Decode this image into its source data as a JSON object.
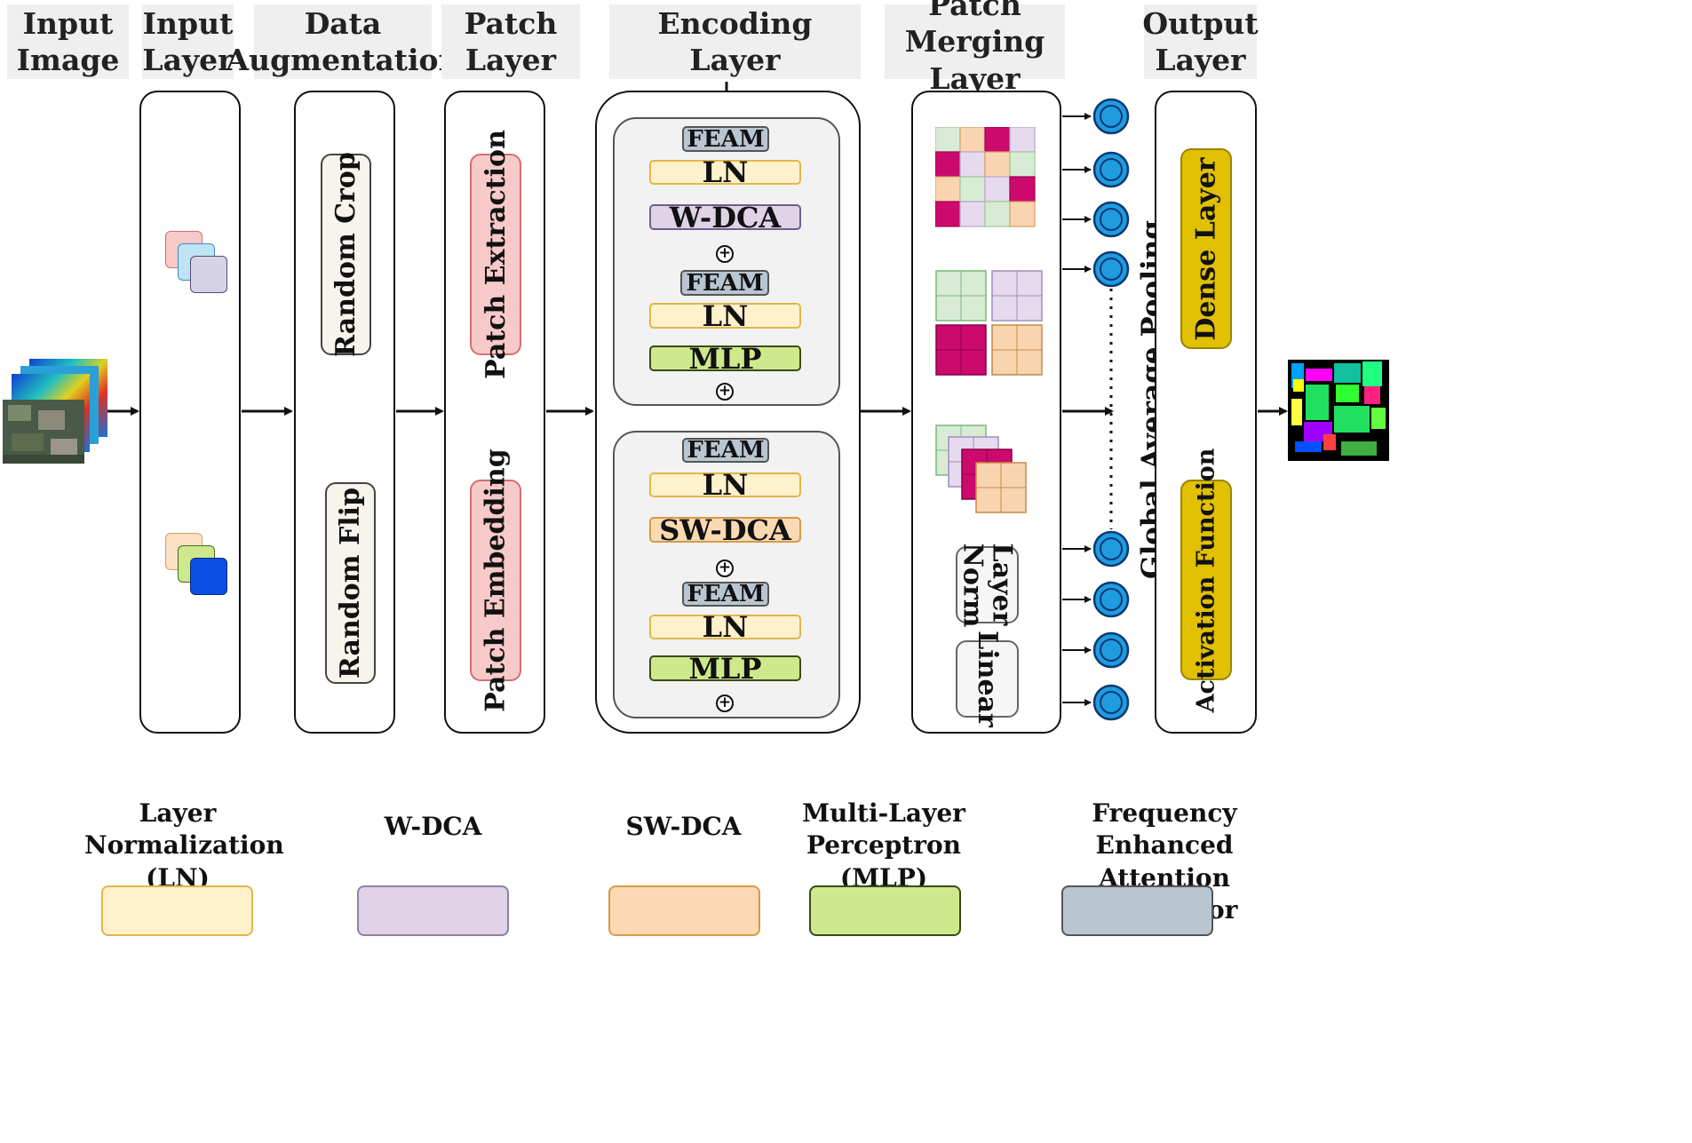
{
  "headers": {
    "input_image": "Input\nImage",
    "input_layer": "Input\nLayer",
    "data_augmentation": "Data\nAugmentation",
    "patch_layer": "Patch Layer",
    "encoding_layer": "Encoding Layer",
    "patch_merging": "Patch Merging\nLayer",
    "output_layer": "Output\nLayer"
  },
  "augmentation": {
    "random_crop": "Random Crop",
    "random_flip": "Random Flip"
  },
  "patch": {
    "extraction": "Patch Extraction",
    "embedding": "Patch Embedding"
  },
  "encoder": {
    "block1": {
      "feam1": "FEAM",
      "ln1": "LN",
      "attn": "W-DCA",
      "feam2": "FEAM",
      "ln2": "LN",
      "mlp": "MLP"
    },
    "block2": {
      "feam1": "FEAM",
      "ln1": "LN",
      "attn": "SW-DCA",
      "feam2": "FEAM",
      "ln2": "LN",
      "mlp": "MLP"
    },
    "add_symbol": "+"
  },
  "merging": {
    "layer_norm": "Layer\nNorm",
    "linear": "Linear"
  },
  "pooling": "Global Average Pooling",
  "output": {
    "dense": "Dense Layer",
    "activation": "Activation Function"
  },
  "legend": [
    {
      "label": "Layer\nNormalization\n(LN)",
      "color": "#fff1cc",
      "border": "#e2b64a"
    },
    {
      "label": "W-DCA",
      "color": "#e0d3e8",
      "border": "#8e7fa8"
    },
    {
      "label": "SW-DCA",
      "color": "#fbd9b3",
      "border": "#d79a48"
    },
    {
      "label": "Multi-Layer\nPerceptron (MLP)",
      "color": "#cde98b",
      "border": "#3a4a1a"
    },
    {
      "label": "Frequency Enhanced\nAttention Modulator",
      "color": "#b9c6d1",
      "border": "#555555"
    }
  ],
  "colors": {
    "pink": "#f8c9c9",
    "light_blue": "#bfe3f2",
    "lavender": "#d7d3e6",
    "peach": "#fce0c4",
    "green": "#cde98b",
    "blue": "#0b4fe6",
    "magenta": "#cc0a6e",
    "node_blue": "#1f9be0",
    "gold": "#e0c000"
  }
}
